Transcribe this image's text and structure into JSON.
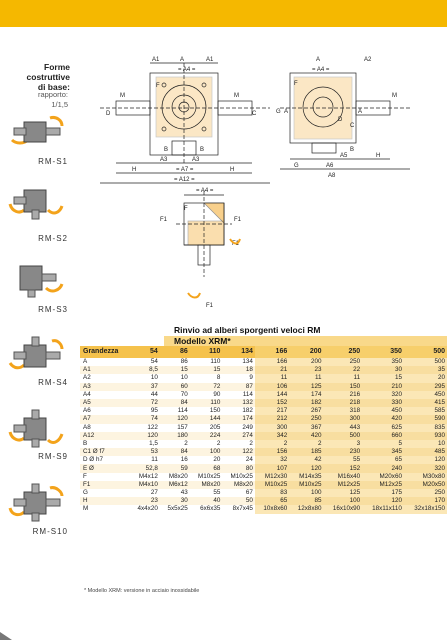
{
  "side": {
    "title": "Forme costruttive di base:",
    "title_l1": "Forme costruttive",
    "title_l2": "di base:",
    "rapporto_l1": "rapporto:",
    "rapporto_l2": "1/1,5",
    "forms": [
      "RM-S1",
      "RM-S2",
      "RM-S3",
      "RM-S4",
      "RM-S9",
      "RM-S10"
    ]
  },
  "drawing_labels": {
    "top": [
      "A1",
      "A",
      "A1",
      "A4",
      "F",
      "M",
      "M",
      "C",
      "D",
      "B",
      "B",
      "A3",
      "A3",
      "H",
      "A7",
      "H",
      "A12"
    ],
    "right": [
      "A",
      "A2",
      "A4",
      "F",
      "G",
      "A",
      "A",
      "M",
      "D",
      "C",
      "B",
      "A5",
      "H",
      "G",
      "A6",
      "A8"
    ],
    "bottom": [
      "A4",
      "F",
      "F1",
      "F1",
      "F1",
      "F1"
    ],
    "arrows": [
      "F1",
      "F1"
    ]
  },
  "table": {
    "title": "Rinvio ad alberi sporgenti veloci RM",
    "model": "Modello XRM*",
    "header_label": "Grandezza",
    "sizes": [
      "54",
      "86",
      "110",
      "134",
      "166",
      "200",
      "250",
      "350",
      "500"
    ],
    "rows": [
      {
        "label": "A",
        "values": [
          "54",
          "86",
          "110",
          "134",
          "166",
          "200",
          "250",
          "350",
          "500"
        ]
      },
      {
        "label": "A1",
        "values": [
          "8,5",
          "15",
          "15",
          "18",
          "21",
          "23",
          "22",
          "30",
          "35"
        ]
      },
      {
        "label": "A2",
        "values": [
          "10",
          "10",
          "8",
          "9",
          "11",
          "11",
          "11",
          "15",
          "20"
        ]
      },
      {
        "label": "A3",
        "values": [
          "37",
          "60",
          "72",
          "87",
          "106",
          "125",
          "150",
          "210",
          "295"
        ]
      },
      {
        "label": "A4",
        "values": [
          "44",
          "70",
          "90",
          "114",
          "144",
          "174",
          "216",
          "320",
          "450"
        ]
      },
      {
        "label": "A5",
        "values": [
          "72",
          "84",
          "110",
          "132",
          "152",
          "182",
          "218",
          "330",
          "415"
        ]
      },
      {
        "label": "A6",
        "values": [
          "95",
          "114",
          "150",
          "182",
          "217",
          "267",
          "318",
          "450",
          "585"
        ]
      },
      {
        "label": "A7",
        "values": [
          "74",
          "120",
          "144",
          "174",
          "212",
          "250",
          "300",
          "420",
          "590"
        ]
      },
      {
        "label": "A8",
        "values": [
          "122",
          "157",
          "205",
          "249",
          "300",
          "367",
          "443",
          "625",
          "835"
        ]
      },
      {
        "label": "A12",
        "values": [
          "120",
          "180",
          "224",
          "274",
          "342",
          "420",
          "500",
          "660",
          "930"
        ]
      },
      {
        "label": "B",
        "values": [
          "1,5",
          "2",
          "2",
          "2",
          "2",
          "2",
          "3",
          "5",
          "10"
        ]
      },
      {
        "label": "C1 Ø f7",
        "values": [
          "53",
          "84",
          "100",
          "122",
          "156",
          "185",
          "230",
          "345",
          "485"
        ]
      },
      {
        "label": "D Ø h7",
        "values": [
          "11",
          "16",
          "20",
          "24",
          "32",
          "42",
          "55",
          "65",
          "120"
        ]
      },
      {
        "label": "E Ø",
        "values": [
          "52,8",
          "59",
          "68",
          "80",
          "107",
          "120",
          "152",
          "240",
          "320"
        ]
      },
      {
        "label": "F",
        "values": [
          "M4x12",
          "M8x20",
          "M10x25",
          "M10x25",
          "M12x30",
          "M14x35",
          "M16x40",
          "M20x60",
          "M30x80"
        ]
      },
      {
        "label": "F1",
        "values": [
          "M4x10",
          "M6x12",
          "M8x20",
          "M8x20",
          "M10x25",
          "M10x25",
          "M12x25",
          "M12x25",
          "M20x50"
        ]
      },
      {
        "label": "G",
        "values": [
          "27",
          "43",
          "55",
          "67",
          "83",
          "100",
          "125",
          "175",
          "250"
        ]
      },
      {
        "label": "H",
        "values": [
          "23",
          "30",
          "40",
          "50",
          "65",
          "85",
          "100",
          "120",
          "170"
        ]
      },
      {
        "label": "M",
        "values": [
          "4x4x20",
          "5x5x25",
          "6x6x35",
          "8x7x45",
          "10x8x60",
          "12x8x80",
          "16x10x90",
          "18x11x110",
          "32x18x150"
        ]
      }
    ],
    "note": "* Modello XRM: versione in acciaio inossidabile"
  },
  "colors": {
    "accent": "#f5b800",
    "table_header": "#f5c24c",
    "highlight": "#f3a31b"
  }
}
